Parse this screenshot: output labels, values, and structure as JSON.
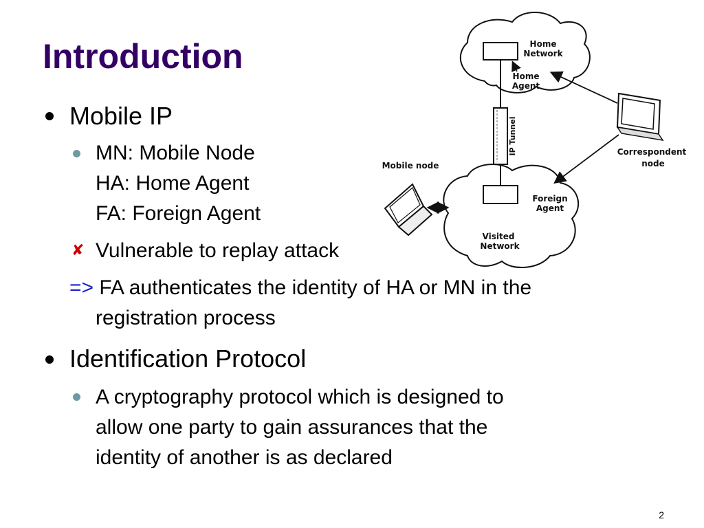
{
  "slide": {
    "title": "Introduction",
    "page_number": "2"
  },
  "bullets": {
    "mobile_ip": "Mobile IP",
    "mn": "MN: Mobile Node",
    "ha": "HA: Home Agent",
    "fa": "FA: Foreign Agent",
    "vulnerable": "Vulnerable to replay attack",
    "arrow": "=>",
    "fa_auth_line1": " FA authenticates the identity of HA or MN in the",
    "fa_auth_line2": "registration process",
    "identification": "Identification Protocol",
    "crypto_line1": "A cryptography protocol which is designed to",
    "crypto_line2": "allow one party to gain assurances that the",
    "crypto_line3": "identity of another is as declared"
  },
  "diagram": {
    "home_network_l1": "Home",
    "home_network_l2": "Network",
    "home_agent_l1": "Home",
    "home_agent_l2": "Agent",
    "ip_tunnel": "IP Tunnel",
    "correspondent_l1": "Correspondent",
    "correspondent_l2": "node",
    "mobile_node": "Mobile node",
    "foreign_agent_l1": "Foreign",
    "foreign_agent_l2": "Agent",
    "visited_network_l1": "Visited",
    "visited_network_l2": "Network"
  },
  "colors": {
    "title": "#330066",
    "bullet_level2": "#6f9aa3",
    "cross_marker": "#cc0000",
    "arrow_text": "#1a22cc"
  }
}
